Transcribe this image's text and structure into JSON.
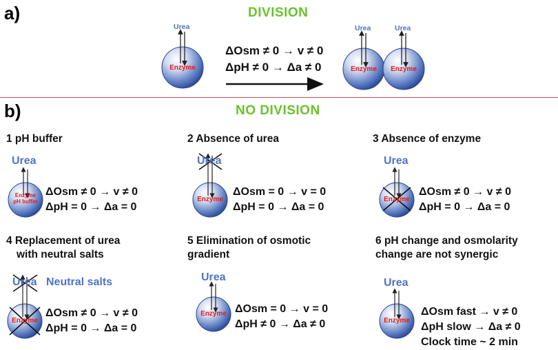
{
  "panel_a": {
    "label": "a)",
    "title": "DIVISION",
    "urea_label": "Urea",
    "enzyme_label": "Enzyme",
    "eq1": "ΔOsm ≠ 0 → v ≠ 0",
    "eq2": "ΔpH ≠ 0 → Δa ≠ 0",
    "colors": {
      "title": "#6ac22b",
      "urea": "#4f74c5",
      "enzyme": "#e21a1a",
      "divider": "#d64a53"
    }
  },
  "panel_b": {
    "label": "b)",
    "title": "NO DIVISION",
    "cases": [
      {
        "title_line1": "1 pH buffer",
        "title_line2": "",
        "urea_label": "Urea",
        "enzyme_label": "Enzyme",
        "enzyme_label2": "pH buffer",
        "eq1": "ΔOsm ≠ 0 → v ≠ 0",
        "eq2": "ΔpH = 0 → Δa = 0",
        "eq3": ""
      },
      {
        "title_line1": "2 Absence of urea",
        "title_line2": "",
        "urea_label": "Urea",
        "enzyme_label": "Enzyme",
        "eq1": "ΔOsm = 0 → v = 0",
        "eq2": "ΔpH = 0 → Δa = 0",
        "eq3": ""
      },
      {
        "title_line1": "3 Absence of enzyme",
        "title_line2": "",
        "urea_label": "Urea",
        "enzyme_label": "Enzyme",
        "eq1": "ΔOsm ≠ 0 → v ≠ 0",
        "eq2": "ΔpH = 0 → Δa = 0",
        "eq3": ""
      },
      {
        "title_line1": "4 Replacement of urea",
        "title_line2": "with neutral salts",
        "urea_label": "Urea",
        "extra_label": "Neutral salts",
        "enzyme_label": "Enzyme",
        "eq1": "ΔOsm ≠ 0 → v ≠ 0",
        "eq2": "ΔpH = 0 → Δa = 0",
        "eq3": ""
      },
      {
        "title_line1": "5 Elimination of osmotic",
        "title_line2": "gradient",
        "urea_label": "Urea",
        "enzyme_label": "Enzyme",
        "eq1": "ΔOsm = 0 → v = 0",
        "eq2": "ΔpH ≠ 0 → Δa ≠ 0",
        "eq3": ""
      },
      {
        "title_line1": "6 pH change and osmolarity",
        "title_line2": "change are not synergic",
        "urea_label": "Urea",
        "enzyme_label": "Enzyme",
        "eq1": "ΔOsm fast → v ≠ 0",
        "eq2": "ΔpH slow → Δa ≠ 0",
        "eq3": "Clock time ~ 2 min"
      }
    ]
  }
}
